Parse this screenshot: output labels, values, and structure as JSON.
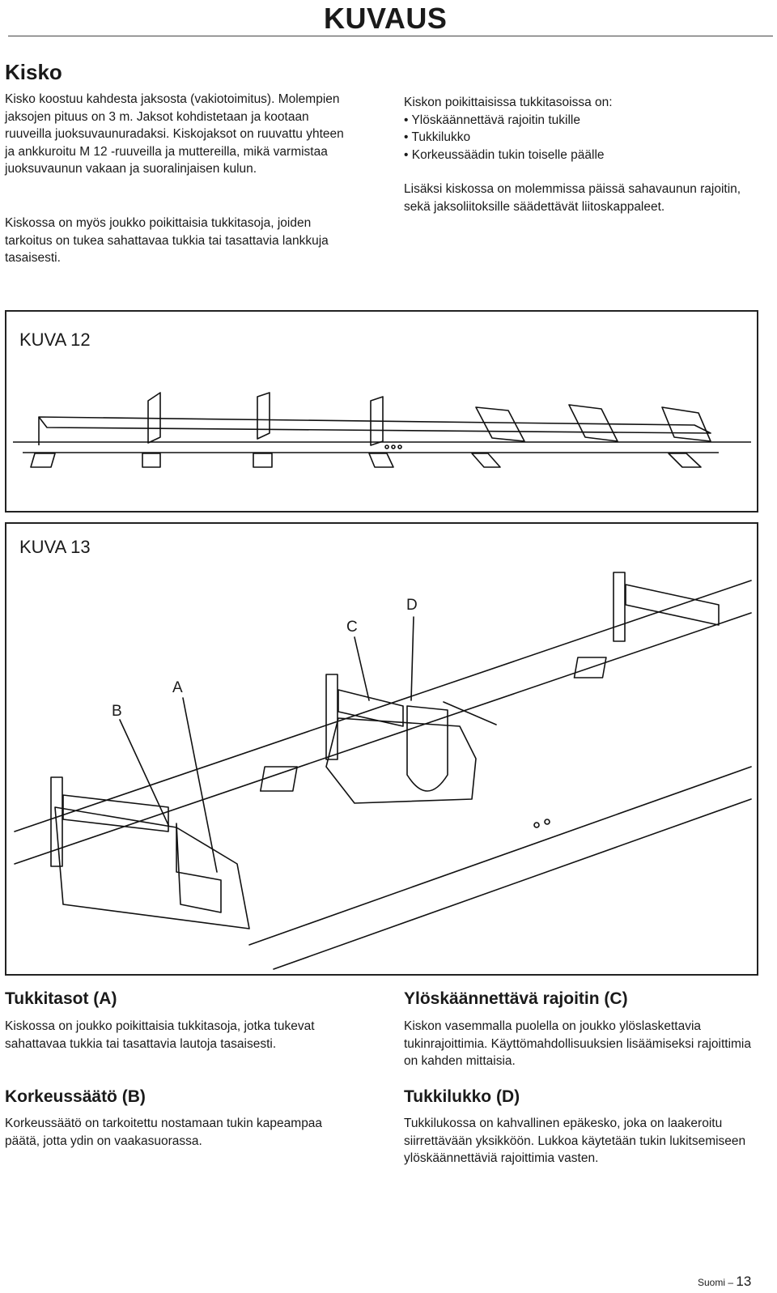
{
  "header": {
    "title": "KUVAUS"
  },
  "kisko": {
    "heading": "Kisko",
    "para1": "Kisko koostuu kahdesta jaksosta (vakiotoimitus). Molempien jaksojen pituus on 3 m. Jaksot kohdistetaan ja kootaan ruuveilla juoksuvaunuradaksi. Kiskojaksot on ruuvattu yhteen ja ankkuroitu M 12 -ruuveilla ja muttereilla, mikä varmistaa juoksuvaunun vakaan ja suoralinjaisen kulun.",
    "para2": "Kiskossa on myös joukko poikittaisia tukkitasoja, joiden tarkoitus on tukea sahattavaa tukkia tai tasattavia lankkuja tasaisesti.",
    "right_intro": "Kiskon poikittaisissa tukkitasoissa on:",
    "bullets": [
      "• Ylöskäännettävä rajoitin tukille",
      "• Tukkilukko",
      "• Korkeussäädin tukin toiselle päälle"
    ],
    "right_para2": "Lisäksi kiskossa on molemmissa päissä sahavaunun rajoitin, sekä jaksoliitoksille säädettävät liitoskappaleet."
  },
  "figure12": {
    "label": "KUVA 12"
  },
  "figure13": {
    "label": "KUVA 13",
    "callouts": {
      "a": "A",
      "b": "B",
      "c": "C",
      "d": "D"
    }
  },
  "sections": {
    "tukkitasot": {
      "heading": "Tukkitasot (A)",
      "text": "Kiskossa on joukko poikittaisia tukkitasoja, jotka tukevat sahattavaa tukkia tai tasattavia lautoja tasaisesti."
    },
    "korkeussaato": {
      "heading": "Korkeussäätö (B)",
      "text": "Korkeussäätö on tarkoitettu nostamaan tukin kapeampaa päätä, jotta ydin on vaakasuorassa."
    },
    "rajoitin": {
      "heading": "Ylöskäännettävä rajoitin (C)",
      "text": "Kiskon vasemmalla puolella on joukko ylöslaskettavia tukinrajoittimia. Käyttömahdollisuuksien lisäämiseksi rajoittimia on kahden mittaisia."
    },
    "tukkilukko": {
      "heading": "Tukkilukko (D)",
      "text": "Tukkilukossa on kahvallinen epäkesko, joka on laakeroitu siirrettävään yksikköön. Lukkoa käytetään tukin lukitsemiseen ylöskäännettäviä rajoittimia vasten."
    }
  },
  "footer": {
    "language": "Suomi –",
    "page": "13"
  }
}
